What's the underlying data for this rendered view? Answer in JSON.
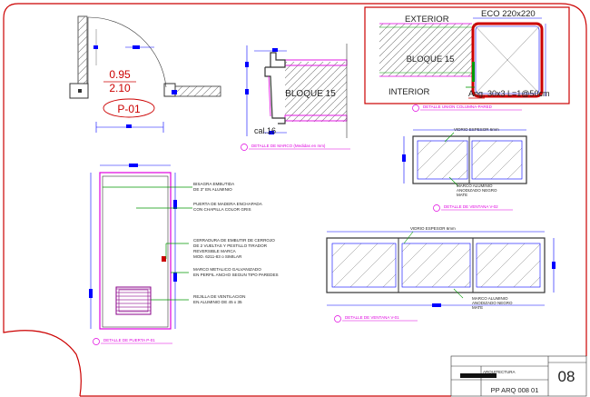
{
  "door_plan": {
    "size_width": "0.95",
    "size_height": "2.10",
    "code": "P-01"
  },
  "frame_detail": {
    "label": "BLOQUE 15",
    "cal": "cal.16",
    "caption": "DETALLE DE MARCO (Medidas en mm)"
  },
  "column_detail": {
    "exterior": "EXTERIOR",
    "eco": "ECO 220x220",
    "block": "BLOQUE 15",
    "interior": "INTERIOR",
    "angle": "Ang. 30x3 L=1@50cm",
    "caption": "DETALLE UNION COLUMNA-PARED"
  },
  "door_elevation": {
    "notes": [
      {
        "line1": "BISAGRA EMBUTIDA",
        "line2": "DE 3\" EN ALUMINIO"
      },
      {
        "line1": "PUERTA DE MADERA ENCHAPADA",
        "line2": "CON CHAPILLA COLOR GRIS"
      },
      {
        "line1": "CERRADURA DE EMBUTIR DE CERROJO",
        "line2": "DE 2 VUELTAS Y PESTILLO TIRADOR",
        "line3": "REVERSIBLE MARCA",
        "line4": "MOD. 6211-83 o SIMILAR"
      },
      {
        "line1": "MARCO METALICO GALVANIZADO",
        "line2": "EN PERFIL ANCHO SEGUN TIPO PAREDES"
      },
      {
        "line1": "REJILLA DE VENTILACION",
        "line2": "EN ALUMINIO DE 45 x 35"
      }
    ],
    "caption": "DETALLE DE PUERTA P-01"
  },
  "window_small": {
    "glass_label": "VIDRIO ESPESOR 6mm",
    "frame_line1": "MARCO ALUMINIO",
    "frame_line2": "ANODIZADO NEGRO",
    "frame_line3": "MATE",
    "caption": "DETALLE DE VENTANA V-02"
  },
  "window_large": {
    "glass_label": "VIDRIO ESPESOR 6mm",
    "frame_line1": "MARCO ALUMINIO",
    "frame_line2": "ANODIZADO NEGRO",
    "frame_line3": "MATE",
    "caption": "DETALLE DE VENTANA V-01"
  },
  "title_block": {
    "discipline_label": "ARQUITECTURA",
    "sheet_code": "PP ARQ 008 01",
    "sheet_number": "08"
  },
  "colors": {
    "border": "#cc0000",
    "frame_magenta": "#e000e0",
    "leader_green": "#009900",
    "dimension_blue": "#0000ff",
    "hatch_cyan": "#00aacc",
    "label_red": "#cc0000"
  }
}
